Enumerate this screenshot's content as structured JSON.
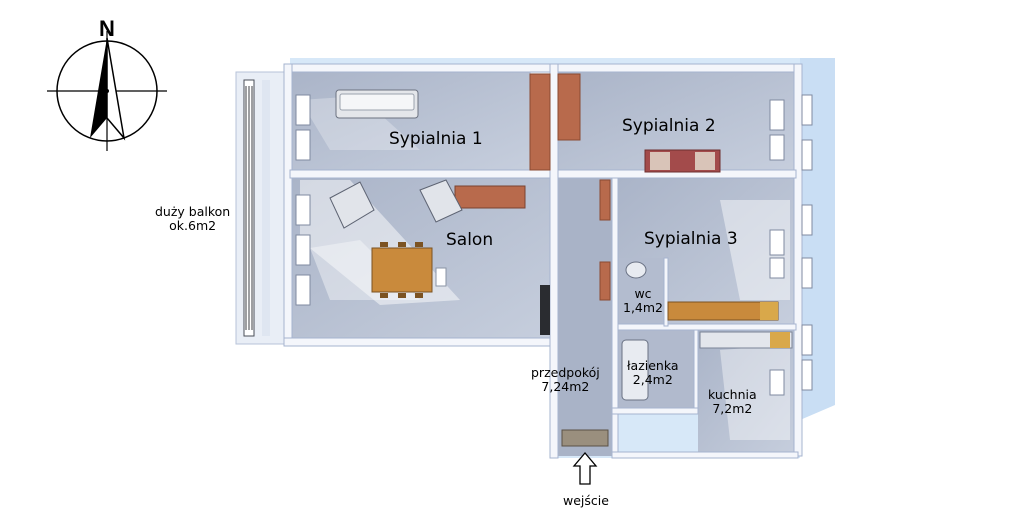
{
  "compass": {
    "letter": "N"
  },
  "rooms": {
    "sypialnia1": "Sypialnia 1",
    "sypialnia2": "Sypialnia 2",
    "sypialnia3": "Sypialnia 3",
    "salon": "Salon",
    "wc_name": "wc",
    "wc_area": "1,4m2",
    "lazienka_name": "łazienka",
    "lazienka_area": "2,4m2",
    "kuchnia_name": "kuchnia",
    "kuchnia_area": "7,2m2",
    "przedpokoj_name": "przedpokój",
    "przedpokoj_area": "7,24m2",
    "balkon_name": "duży balkon",
    "balkon_area": "ok.6m2"
  },
  "entrance": {
    "label": "wejście"
  },
  "colors": {
    "floor": "#b9c2d3",
    "wall": "#f4f6fb",
    "wall_edge": "#a6b4cf",
    "wardrobe": "#b86a4c",
    "table": "#c98a3c",
    "sky_tint": "#cfe4f7"
  }
}
